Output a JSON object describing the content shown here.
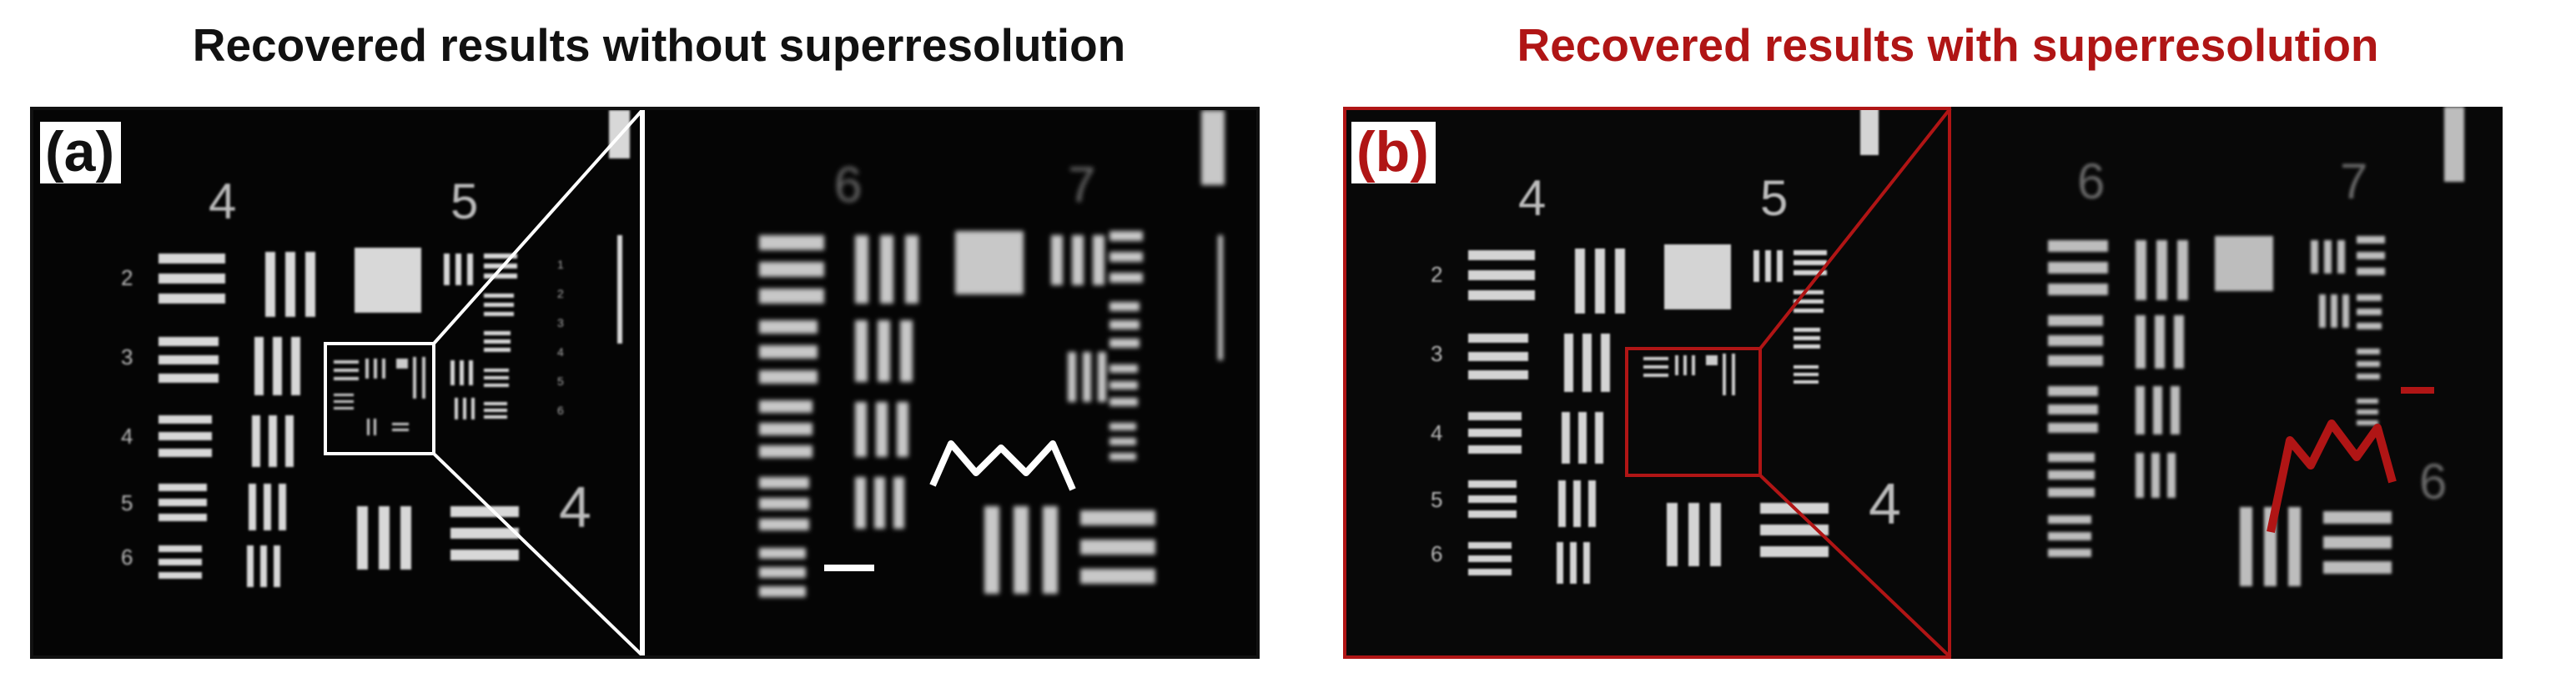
{
  "colors": {
    "left_accent": "#ffffff",
    "right_accent": "#b01515",
    "title_left": "#111111",
    "title_right": "#b01515"
  },
  "panel_a": {
    "title": "Recovered results without superresolution",
    "label": "(a)",
    "groups": [
      "4",
      "5",
      "4"
    ],
    "elements_left": [
      "2",
      "3",
      "4",
      "5",
      "6"
    ],
    "elements_right": [
      "1",
      "2",
      "3",
      "4",
      "5",
      "6"
    ],
    "zoom_groups": [
      "6",
      "7"
    ]
  },
  "panel_b": {
    "title": "Recovered results with superresolution",
    "label": "(b)",
    "groups": [
      "4",
      "5",
      "4"
    ],
    "elements_left": [
      "2",
      "3",
      "4",
      "5",
      "6"
    ],
    "zoom_groups": [
      "6",
      "7",
      "6"
    ]
  }
}
